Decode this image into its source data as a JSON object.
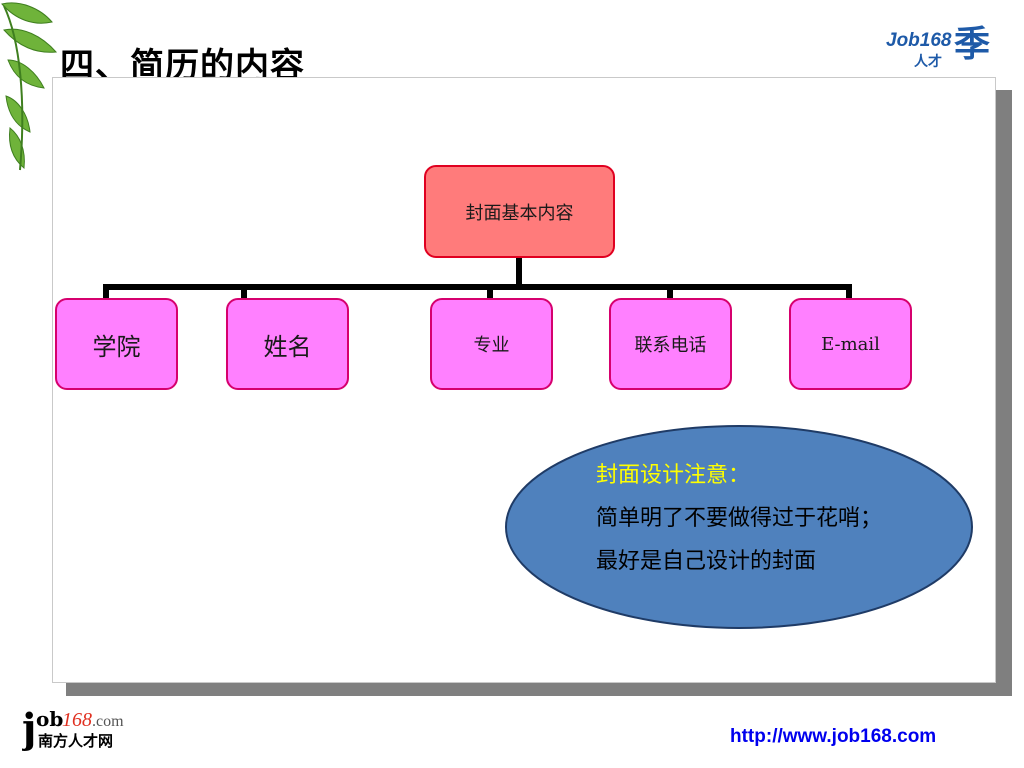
{
  "title": "四、简历的内容",
  "diagram": {
    "root": "封面基本内容",
    "children": [
      "学院",
      "姓名",
      "专业",
      "联系电话",
      "E-mail"
    ]
  },
  "note": {
    "heading": "封面设计注意：",
    "lines": [
      "简单明了不要做得过于花哨；",
      "最好是自己设计的封面"
    ]
  },
  "logo_top": {
    "brand": "Job168",
    "char": "季",
    "sub": "人才"
  },
  "logo_bottom": {
    "brand_j": "j",
    "brand_ob": "ob",
    "brand_num": "168",
    "brand_com": ".com",
    "tagline": "南方人才网"
  },
  "footer_url": "http://www.job168.com",
  "colors": {
    "root_fill": "#ff7b7b",
    "child_fill": "#ff80ff",
    "ellipse_fill": "#4f81bd",
    "note_heading": "#ffff00",
    "url": "#0000ee"
  }
}
